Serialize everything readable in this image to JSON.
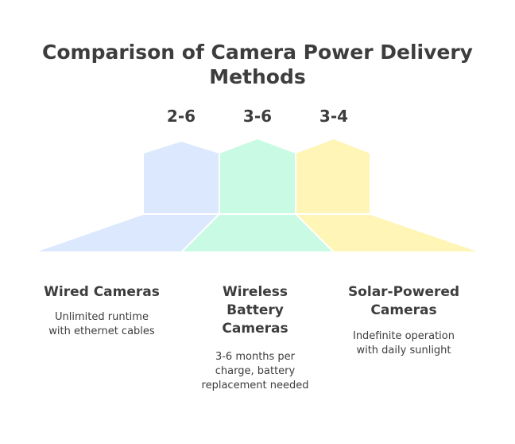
{
  "title": {
    "line1": "Comparison of Camera Power Delivery",
    "line2": "Methods"
  },
  "columns": [
    {
      "value": "2-6",
      "title_lines": [
        "Wired Cameras"
      ],
      "desc_lines": [
        "Unlimited runtime",
        "with ethernet cables"
      ],
      "color": "#dbe8fd"
    },
    {
      "value": "3-6",
      "title_lines": [
        "Wireless",
        "Battery",
        "Cameras"
      ],
      "desc_lines": [
        "3-6 months per",
        "charge, battery",
        "replacement needed"
      ],
      "color": "#c8fae4"
    },
    {
      "value": "3-4",
      "title_lines": [
        "Solar-Powered",
        "Cameras"
      ],
      "desc_lines": [
        "Indefinite operation",
        "with daily sunlight"
      ],
      "color": "#fef5b6"
    }
  ]
}
